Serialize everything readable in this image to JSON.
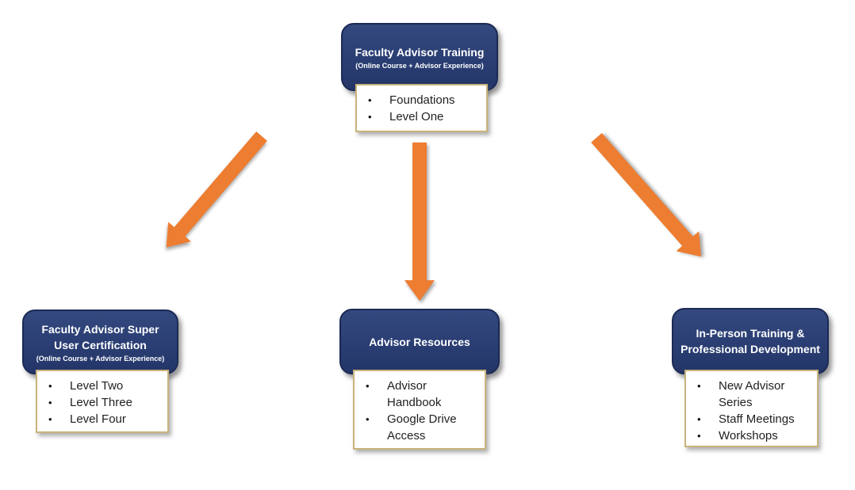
{
  "colors": {
    "node_fill": "#2A3E73",
    "node_border": "#1B2A55",
    "node_text": "#FFFFFF",
    "arrow_orange": "#ED7D31",
    "list_border": "#C9B37C",
    "list_text": "#1F1F1F",
    "background": "#FFFFFF"
  },
  "bullet_char": "•",
  "nodes": {
    "top": {
      "title": "Faculty Advisor Training",
      "subtitle": "(Online Course + Advisor Experience)",
      "items": [
        "Foundations",
        "Level One"
      ]
    },
    "left": {
      "title": "Faculty Advisor Super User Certification",
      "subtitle": "(Online Course + Advisor Experience)",
      "items": [
        "Level Two",
        "Level Three",
        "Level Four"
      ]
    },
    "center": {
      "title": "Advisor Resources",
      "items": [
        "Advisor Handbook",
        "Google Drive Access"
      ]
    },
    "right": {
      "title": "In-Person Training & Professional Development",
      "items": [
        "New Advisor Series",
        "Staff Meetings",
        "Workshops"
      ]
    }
  },
  "arrows": [
    {
      "name": "arrow-to-super-user-certification",
      "direction": "down-left"
    },
    {
      "name": "arrow-to-advisor-resources",
      "direction": "down"
    },
    {
      "name": "arrow-to-in-person-training",
      "direction": "down-right"
    }
  ]
}
